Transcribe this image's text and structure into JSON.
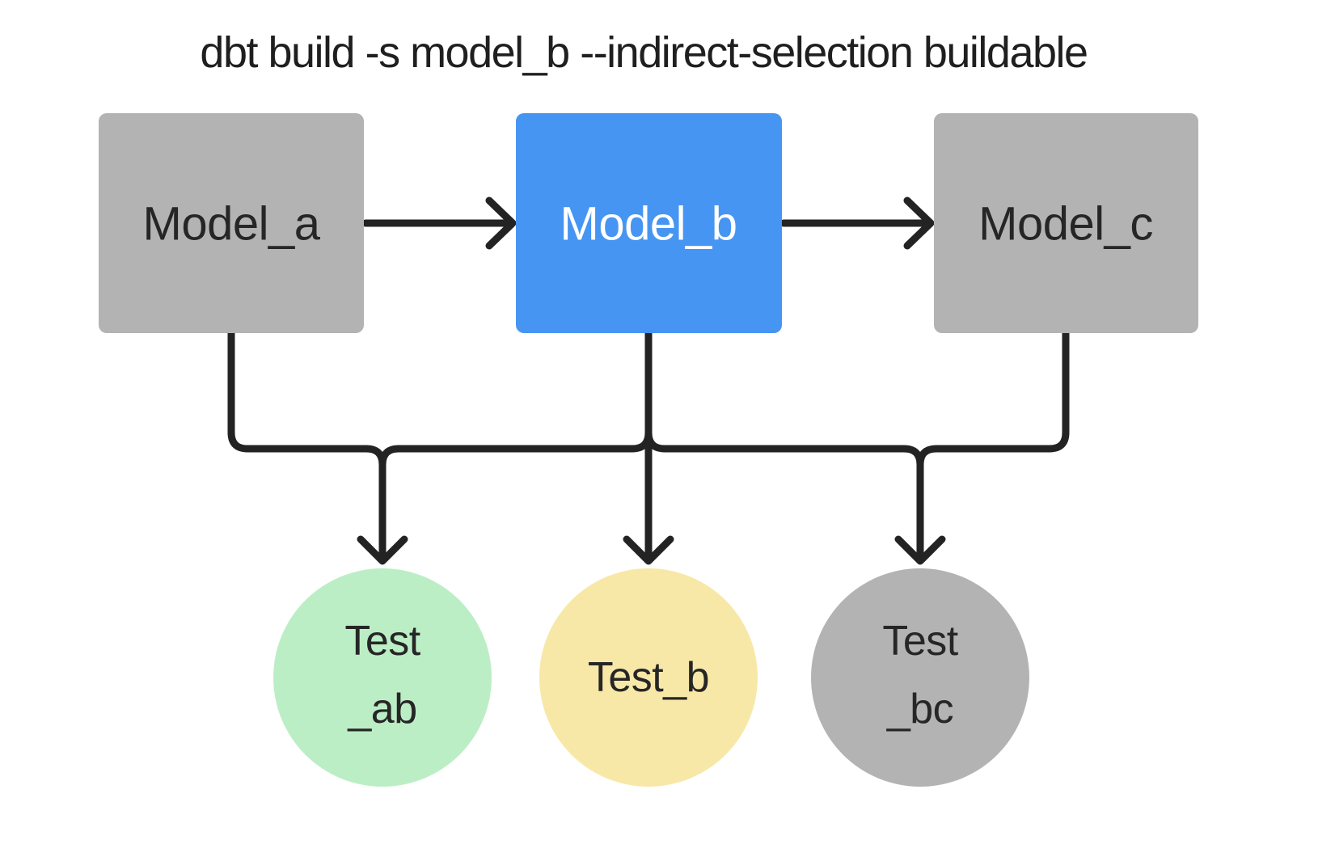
{
  "title": "dbt build -s model_b --indirect-selection buildable",
  "colors": {
    "background": "#ffffff",
    "line": "#232323",
    "model_gray": "#b3b3b3",
    "model_selected_blue": "#4795f2",
    "test_green": "#bceec6",
    "test_yellow": "#f8e8a8",
    "test_gray": "#b3b3b3",
    "text_dark": "#262626",
    "text_light": "#ffffff"
  },
  "nodes": {
    "models": [
      {
        "id": "model_a",
        "label": "Model_a",
        "fill": "#b3b3b3",
        "text_color": "#262626"
      },
      {
        "id": "model_b",
        "label": "Model_b",
        "fill": "#4795f2",
        "text_color": "#ffffff"
      },
      {
        "id": "model_c",
        "label": "Model_c",
        "fill": "#b3b3b3",
        "text_color": "#262626"
      }
    ],
    "tests": [
      {
        "id": "test_ab",
        "line1": "Test",
        "line2": "_ab",
        "fill": "#bceec6"
      },
      {
        "id": "test_b",
        "line1": "Test_b",
        "line2": "",
        "fill": "#f8e8a8"
      },
      {
        "id": "test_bc",
        "line1": "Test",
        "line2": "_bc",
        "fill": "#b3b3b3"
      }
    ]
  },
  "edges": [
    {
      "from": "model_a",
      "to": "model_b"
    },
    {
      "from": "model_b",
      "to": "model_c"
    },
    {
      "from": "model_a",
      "to": "test_ab"
    },
    {
      "from": "model_b",
      "to": "test_ab"
    },
    {
      "from": "model_b",
      "to": "test_b"
    },
    {
      "from": "model_b",
      "to": "test_bc"
    },
    {
      "from": "model_c",
      "to": "test_bc"
    }
  ]
}
